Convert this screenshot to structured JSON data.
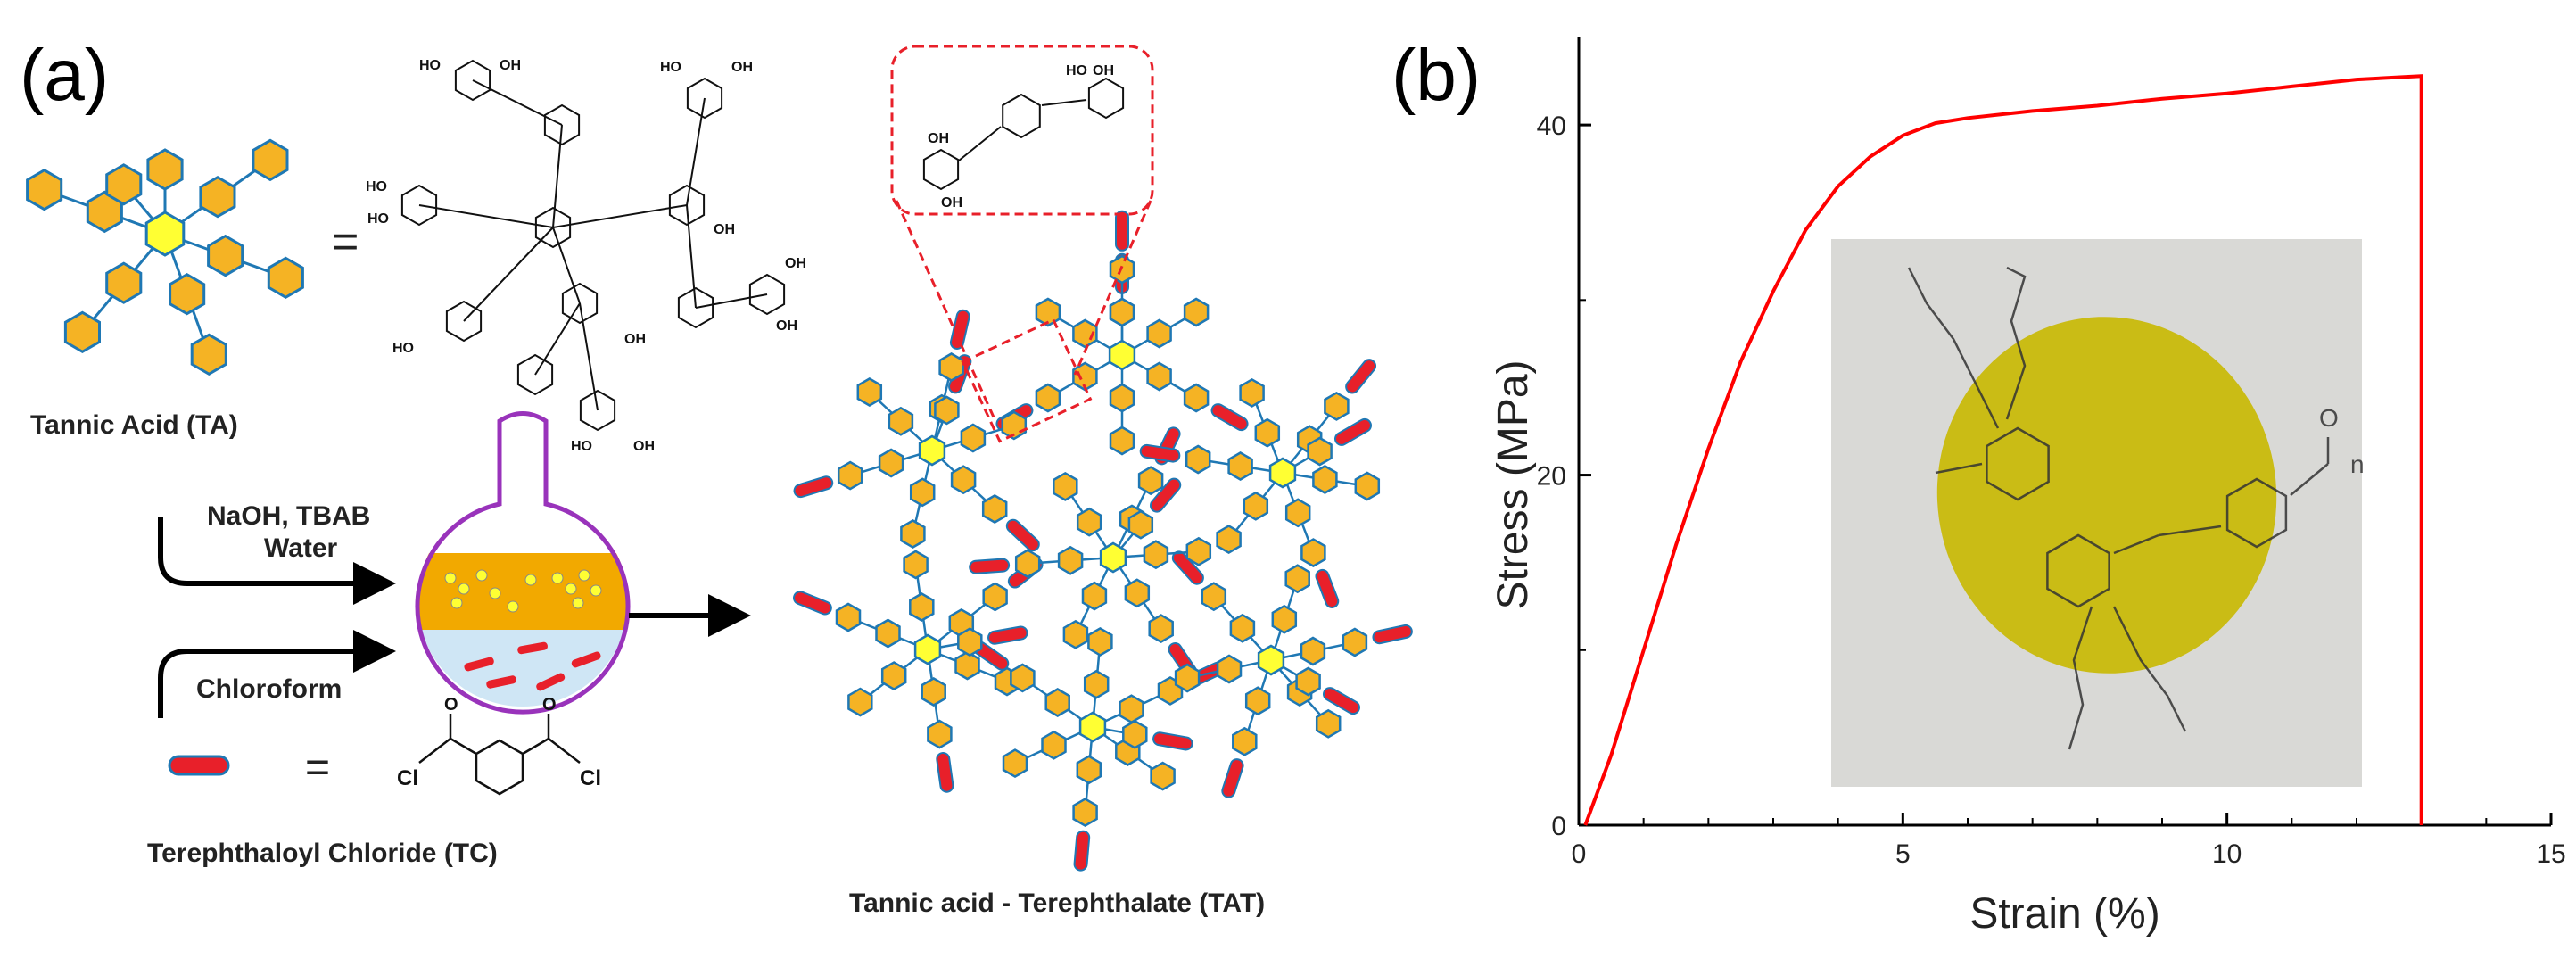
{
  "panel_a": {
    "label": "(a)",
    "ta_name": "Tannic Acid (TA)",
    "equals": "=",
    "reagent_label_1": "NaOH, TBAB",
    "reagent_label_2": "Water",
    "solvent_label": "Chloroform",
    "tc_name": "Terephthaloyl Chloride (TC)",
    "tat_name": "Tannic acid - Terephthalate (TAT)",
    "chem_OH": "OH",
    "chem_HO": "HO",
    "chem_Cl": "Cl",
    "chem_O": "O",
    "colors": {
      "hexagon_fill": "#f5b324",
      "hexagon_stroke": "#1f78b4",
      "core_fill": "#ffff33",
      "linker": "#e8202a",
      "flask": "#9933bb",
      "organic_layer": "#f2a900",
      "aqueous_layer": "#cfe6f5"
    }
  },
  "panel_b": {
    "label": "(b)",
    "inset_label_n": "n",
    "inset_label_O": "O",
    "colors": {
      "curve": "#ff0000",
      "axis": "#000000",
      "film": "#c8b800",
      "photo_bg": "#d9d9d6"
    }
  },
  "chart_data": {
    "type": "line",
    "title": "",
    "xlabel": "Strain (%)",
    "ylabel": "Stress (MPa)",
    "xlim": [
      0,
      15
    ],
    "ylim": [
      0,
      45
    ],
    "xticks": [
      0,
      5,
      10,
      15
    ],
    "yticks": [
      0,
      20,
      40
    ],
    "grid": false,
    "legend": "none",
    "series": [
      {
        "color": "#ff0000",
        "x": [
          0.1,
          0.5,
          1.0,
          1.5,
          2.0,
          2.5,
          3.0,
          3.5,
          4.0,
          4.5,
          5.0,
          5.5,
          6.0,
          7.0,
          8.0,
          9.0,
          10.0,
          11.0,
          12.0,
          13.0,
          13.0
        ],
        "y": [
          0,
          4,
          10,
          16,
          21.5,
          26.5,
          30.5,
          34,
          36.5,
          38.2,
          39.4,
          40.1,
          40.4,
          40.8,
          41.1,
          41.5,
          41.8,
          42.2,
          42.6,
          42.8,
          0
        ]
      }
    ]
  }
}
